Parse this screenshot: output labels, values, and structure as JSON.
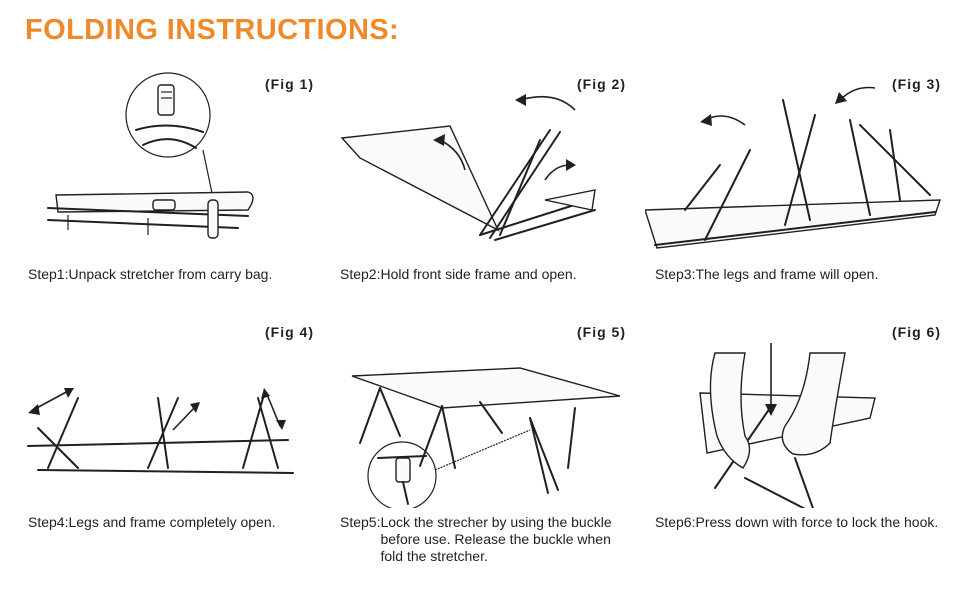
{
  "title": "FOLDING INSTRUCTIONS:",
  "colors": {
    "title": "#ef8a2b",
    "text": "#231f20"
  },
  "steps": [
    {
      "fig": "(Fig 1)",
      "step": "Step1:",
      "text": "Unpack stretcher from carry bag."
    },
    {
      "fig": "(Fig 2)",
      "step": "Step2:",
      "text": "Hold front side frame and open."
    },
    {
      "fig": "(Fig 3)",
      "step": "Step3:",
      "text": "The legs and frame will open."
    },
    {
      "fig": "(Fig 4)",
      "step": "Step4:",
      "text": "Legs and frame completely open."
    },
    {
      "fig": "(Fig 5)",
      "step": "Step5:",
      "text": "Lock the strecher by using the buckle before use. Release the buckle when fold the stretcher."
    },
    {
      "fig": "(Fig 6)",
      "step": "Step6:",
      "text": "Press down with force to lock the hook."
    }
  ]
}
